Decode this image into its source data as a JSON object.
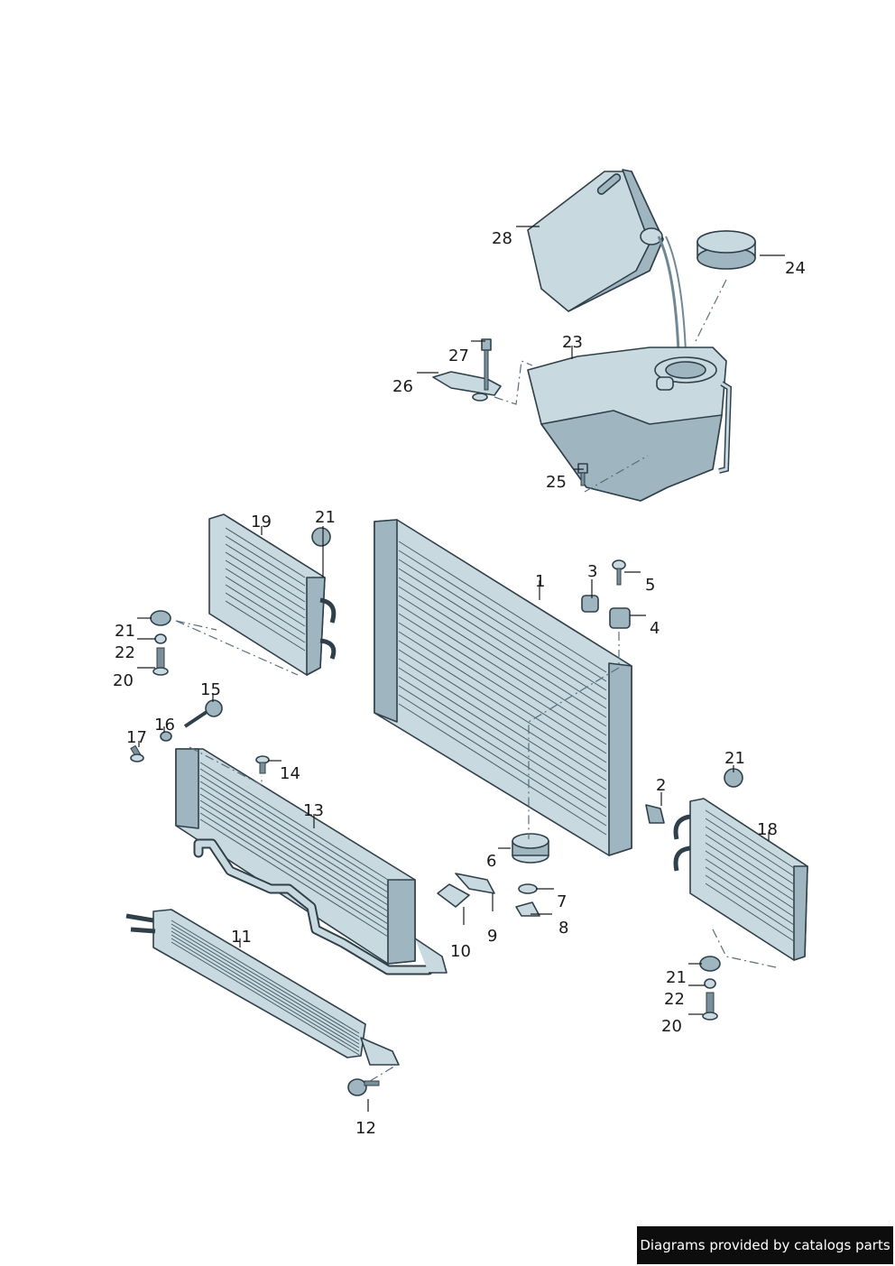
{
  "callouts": {
    "c1": "1",
    "c2": "2",
    "c3": "3",
    "c4": "4",
    "c5": "5",
    "c6": "6",
    "c7": "7",
    "c8": "8",
    "c9": "9",
    "c10": "10",
    "c11": "11",
    "c12": "12",
    "c13": "13",
    "c14": "14",
    "c15": "15",
    "c16": "16",
    "c17": "17",
    "c18": "18",
    "c19": "19",
    "c20a": "20",
    "c20b": "20",
    "c21a": "21",
    "c21b": "21",
    "c21c": "21",
    "c21d": "21",
    "c22a": "22",
    "c22b": "22",
    "c23": "23",
    "c24": "24",
    "c25": "25",
    "c26": "26",
    "c27": "27",
    "c28": "28"
  },
  "footer": {
    "credit": "Diagrams provided by catalogs parts"
  }
}
